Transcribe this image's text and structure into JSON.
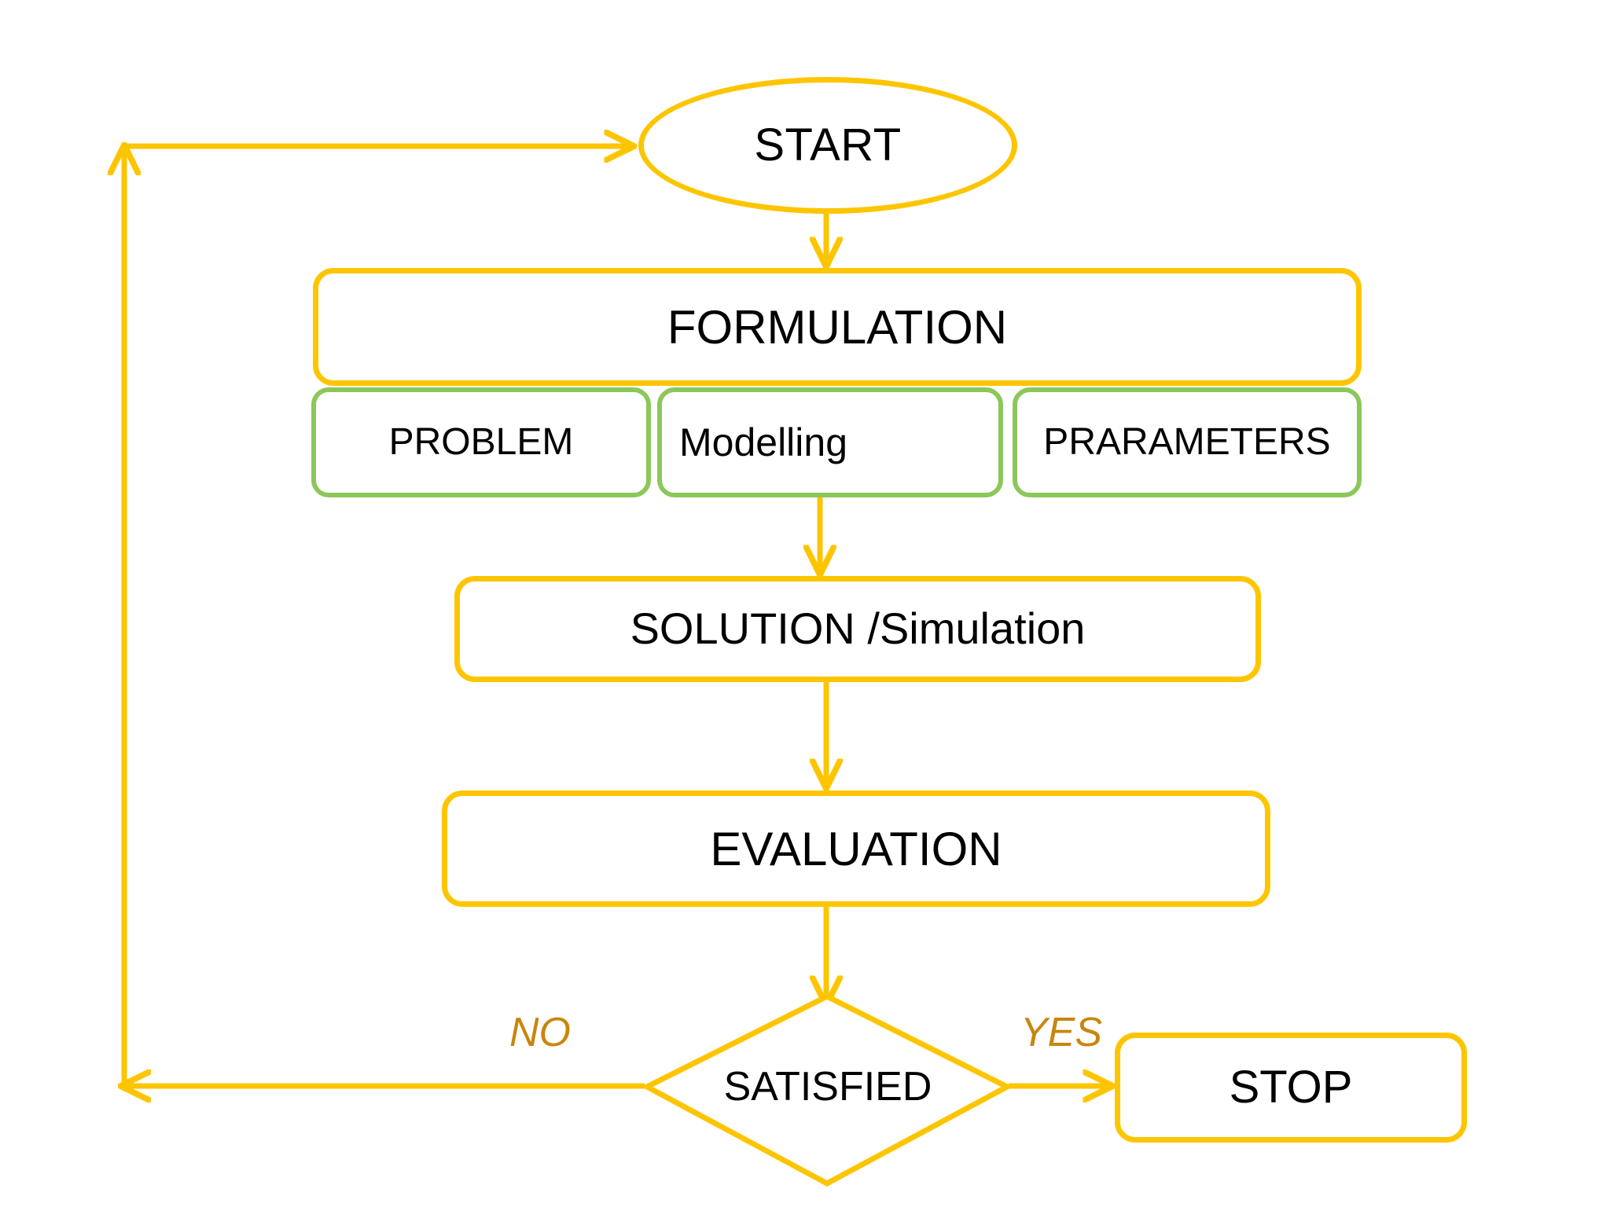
{
  "diagram": {
    "type": "flowchart",
    "title": "Simulation study process flowchart",
    "colors": {
      "primary_gold": "#FDC500",
      "accent_green": "#8CC75A",
      "branch_label": "#C8860D",
      "text": "#000000",
      "background": "#FFFFFF"
    },
    "nodes": {
      "start": {
        "label": "START",
        "shape": "ellipse",
        "color": "gold"
      },
      "formulation": {
        "label": "FORMULATION",
        "shape": "rounded-rect",
        "color": "gold"
      },
      "problem": {
        "label": "PROBLEM",
        "shape": "rounded-rect",
        "color": "green"
      },
      "modelling": {
        "label": "Modelling",
        "shape": "rounded-rect",
        "color": "green"
      },
      "parameters": {
        "label": "PRARAMETERS",
        "shape": "rounded-rect",
        "color": "green"
      },
      "solution": {
        "label": "SOLUTION /Simulation",
        "shape": "rounded-rect",
        "color": "gold"
      },
      "evaluation": {
        "label": "EVALUATION",
        "shape": "rounded-rect",
        "color": "gold"
      },
      "decision": {
        "label": "SATISFIED",
        "shape": "diamond",
        "color": "gold"
      },
      "stop": {
        "label": "STOP",
        "shape": "rounded-rect",
        "color": "gold"
      }
    },
    "branch_labels": {
      "no": "NO",
      "yes": "YES"
    },
    "edges": [
      {
        "from": "loop-return",
        "to": "start",
        "label": ""
      },
      {
        "from": "start",
        "to": "formulation",
        "label": ""
      },
      {
        "from": "modelling",
        "to": "solution",
        "label": ""
      },
      {
        "from": "solution",
        "to": "evaluation",
        "label": ""
      },
      {
        "from": "evaluation",
        "to": "decision",
        "label": ""
      },
      {
        "from": "decision",
        "to": "stop",
        "label": "YES"
      },
      {
        "from": "decision",
        "to": "start",
        "label": "NO"
      }
    ]
  }
}
